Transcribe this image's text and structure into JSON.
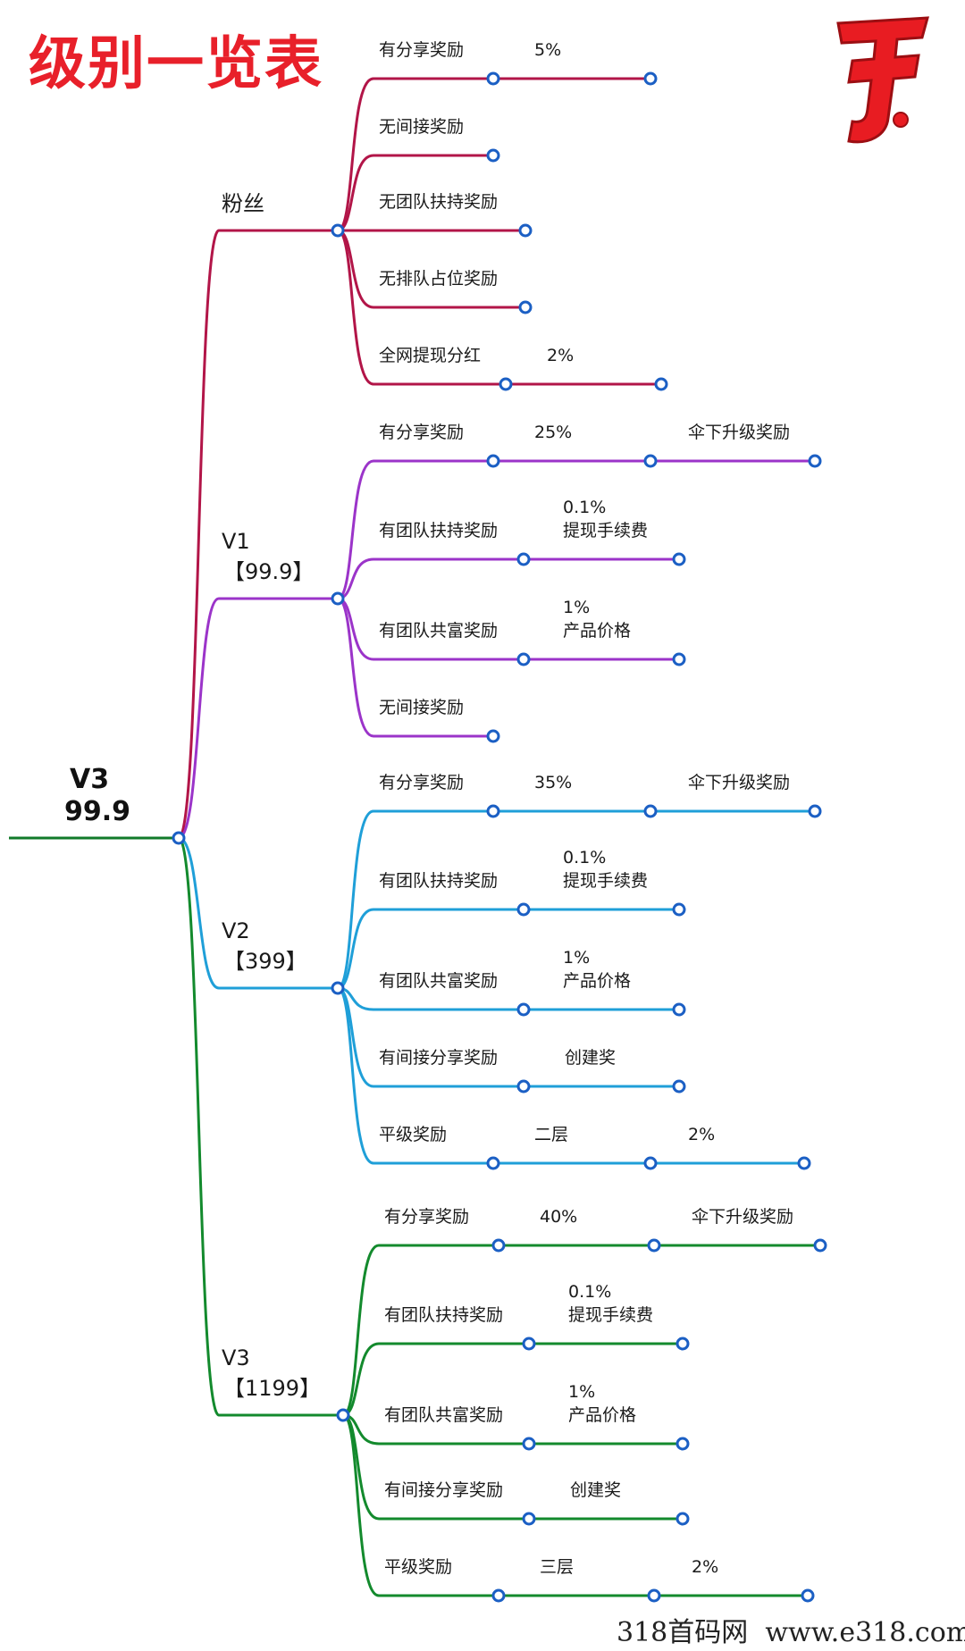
{
  "title": "级别一览表",
  "watermark": "318首码网  www.e318.com",
  "root": {
    "line1": "V3",
    "line2": "99.9",
    "color": "#117a2a"
  },
  "colors": {
    "fans": "#b21548",
    "v1": "#9b34c9",
    "v2": "#1f9fd8",
    "v3": "#138a2d",
    "node_fill": "#ffffff",
    "node_stroke": "#1b5fc4",
    "logo_red": "#e81c22"
  },
  "levels": [
    {
      "key": "fans",
      "name": "粉丝",
      "price": "",
      "items": [
        {
          "label": "有分享奖励",
          "value": "5%",
          "extra": ""
        },
        {
          "label": "无间接奖励",
          "value": "",
          "extra": ""
        },
        {
          "label": "无团队扶持奖励",
          "value": "",
          "extra": ""
        },
        {
          "label": "无排队占位奖励",
          "value": "",
          "extra": ""
        },
        {
          "label": "全网提现分红",
          "value": "2%",
          "extra": ""
        }
      ]
    },
    {
      "key": "v1",
      "name": "V1",
      "price": "【99.9】",
      "items": [
        {
          "label": "有分享奖励",
          "value": "25%",
          "extra": "伞下升级奖励"
        },
        {
          "label": "有团队扶持奖励",
          "value": "0.1%\n提现手续费",
          "extra": ""
        },
        {
          "label": "有团队共富奖励",
          "value": "1%\n产品价格",
          "extra": ""
        },
        {
          "label": "无间接奖励",
          "value": "",
          "extra": ""
        }
      ]
    },
    {
      "key": "v2",
      "name": "V2",
      "price": "【399】",
      "items": [
        {
          "label": "有分享奖励",
          "value": "35%",
          "extra": "伞下升级奖励"
        },
        {
          "label": "有团队扶持奖励",
          "value": "0.1%\n提现手续费",
          "extra": ""
        },
        {
          "label": "有团队共富奖励",
          "value": "1%\n产品价格",
          "extra": ""
        },
        {
          "label": "有间接分享奖励",
          "value": "创建奖",
          "extra": ""
        },
        {
          "label": "平级奖励",
          "value": "二层",
          "extra": "2%"
        }
      ]
    },
    {
      "key": "v3",
      "name": "V3",
      "price": "【1199】",
      "items": [
        {
          "label": "有分享奖励",
          "value": "40%",
          "extra": "伞下升级奖励"
        },
        {
          "label": "有团队扶持奖励",
          "value": "0.1%\n提现手续费",
          "extra": ""
        },
        {
          "label": "有团队共富奖励",
          "value": "1%\n产品价格",
          "extra": ""
        },
        {
          "label": "有间接分享奖励",
          "value": "创建奖",
          "extra": ""
        },
        {
          "label": "平级奖励",
          "value": "三层",
          "extra": "2%"
        }
      ]
    }
  ]
}
